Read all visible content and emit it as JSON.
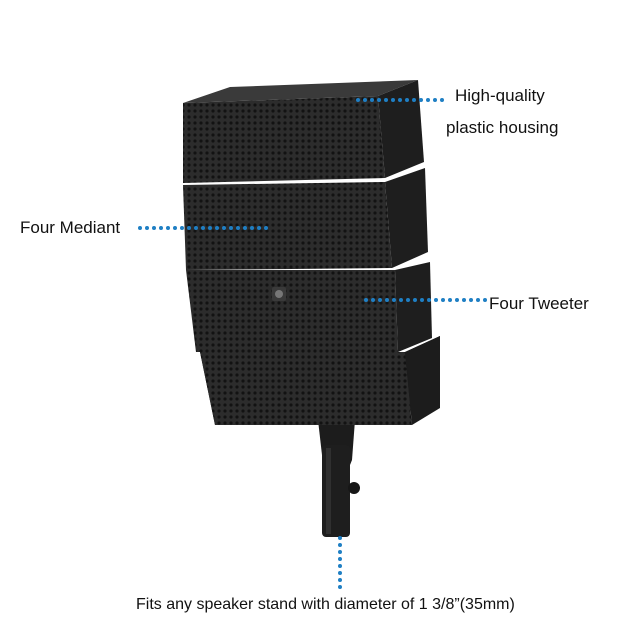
{
  "callouts": {
    "housing_line1": "High-quality",
    "housing_line2": "plastic housing",
    "mediant": "Four Mediant",
    "tweeter": "Four Tweeter",
    "stand": "Fits any speaker stand with diameter of 1 3/8”(35mm)"
  },
  "colors": {
    "leader_dots": "#1f7fc4",
    "speaker_body": "#262626",
    "background": "#ffffff"
  }
}
